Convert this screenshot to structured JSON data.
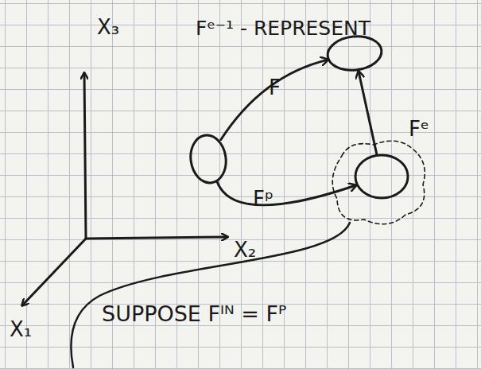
{
  "diagram": {
    "nodes": [
      {
        "text": []
      },
      {
        "text": []
      },
      {
        "text": []
      }
    ],
    "edges": [
      {
        "from": 0,
        "to": 1,
        "arrow": "to",
        "label": "F"
      },
      {
        "from": 0,
        "to": 2,
        "arrow": "to",
        "label": "Fᵖ"
      },
      {
        "from": 2,
        "to": 1,
        "arrow": "to",
        "label": "Fᵉ"
      }
    ],
    "labels": [
      "Fᵉ⁻¹ - REPRESENT",
      "X₃",
      "X₂",
      "X₁",
      "SUPPOSE Fᴵᴺ = Fᴾ"
    ]
  }
}
